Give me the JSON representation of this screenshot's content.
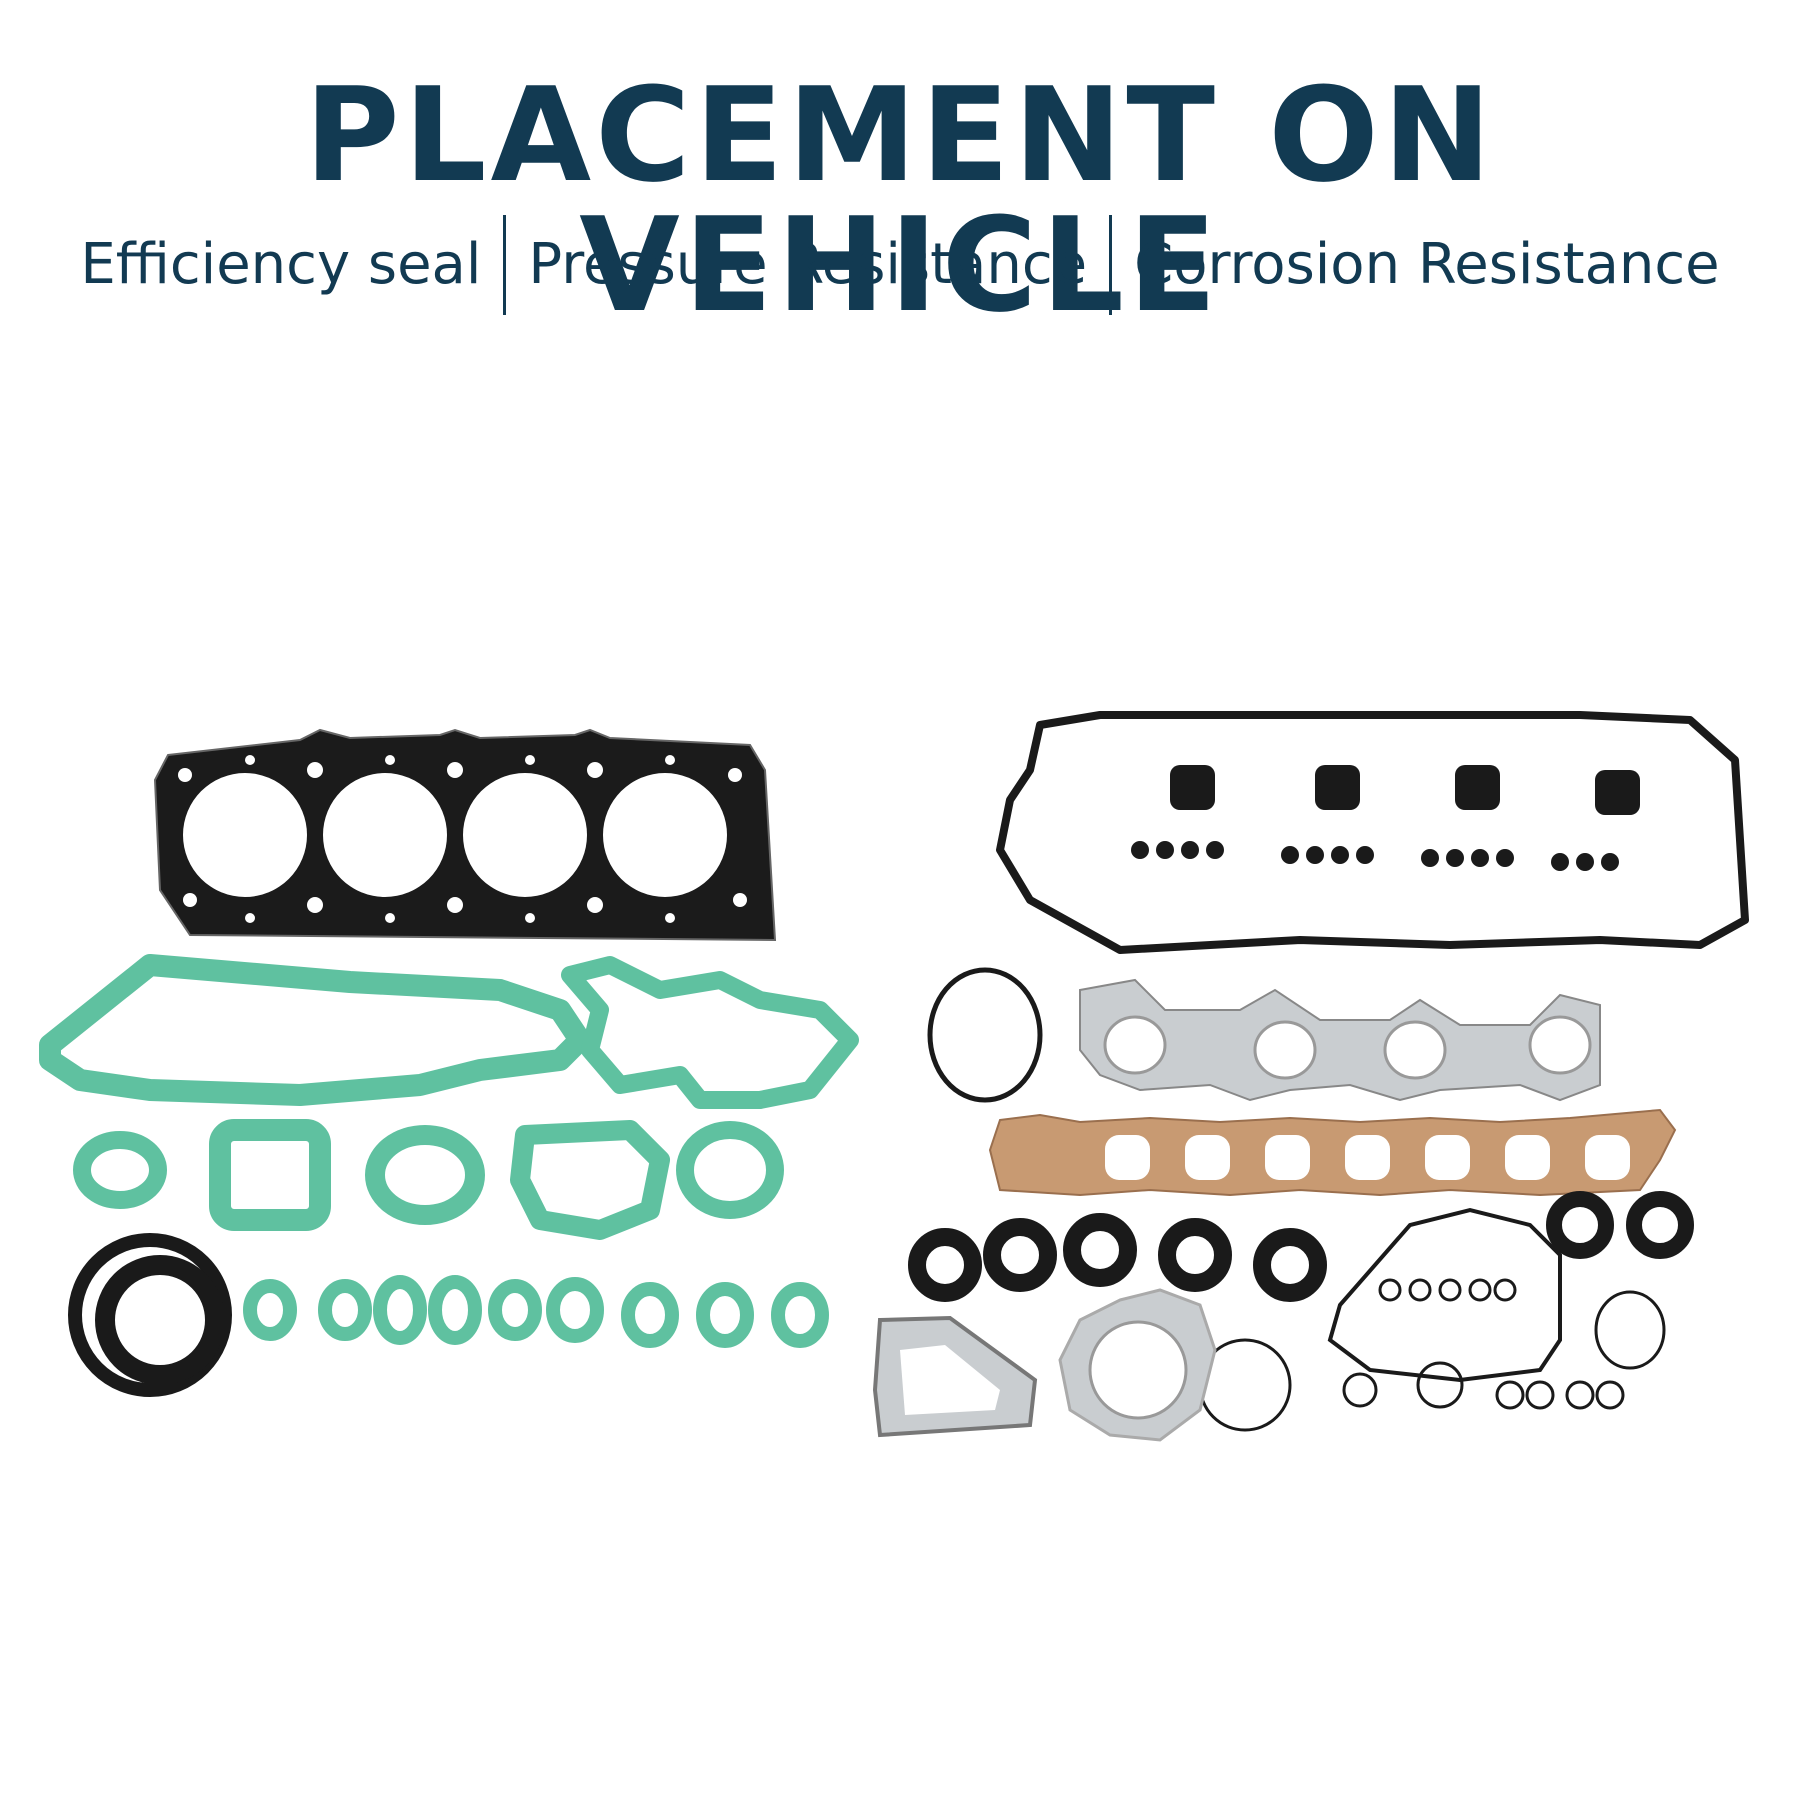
{
  "headline": "PLACEMENT ON VEHICLE",
  "features": [
    "Efficiency seal",
    "Pressure Resistance",
    "Corrosion Resistance"
  ],
  "colors": {
    "text": "#123a52",
    "head_gasket": "#1b1b1b",
    "fiber_gasket": "#5fc1a0",
    "cork_gasket": "#c89a72",
    "metal_gasket": "#c9cdd0",
    "rubber": "#1a1a1a"
  }
}
